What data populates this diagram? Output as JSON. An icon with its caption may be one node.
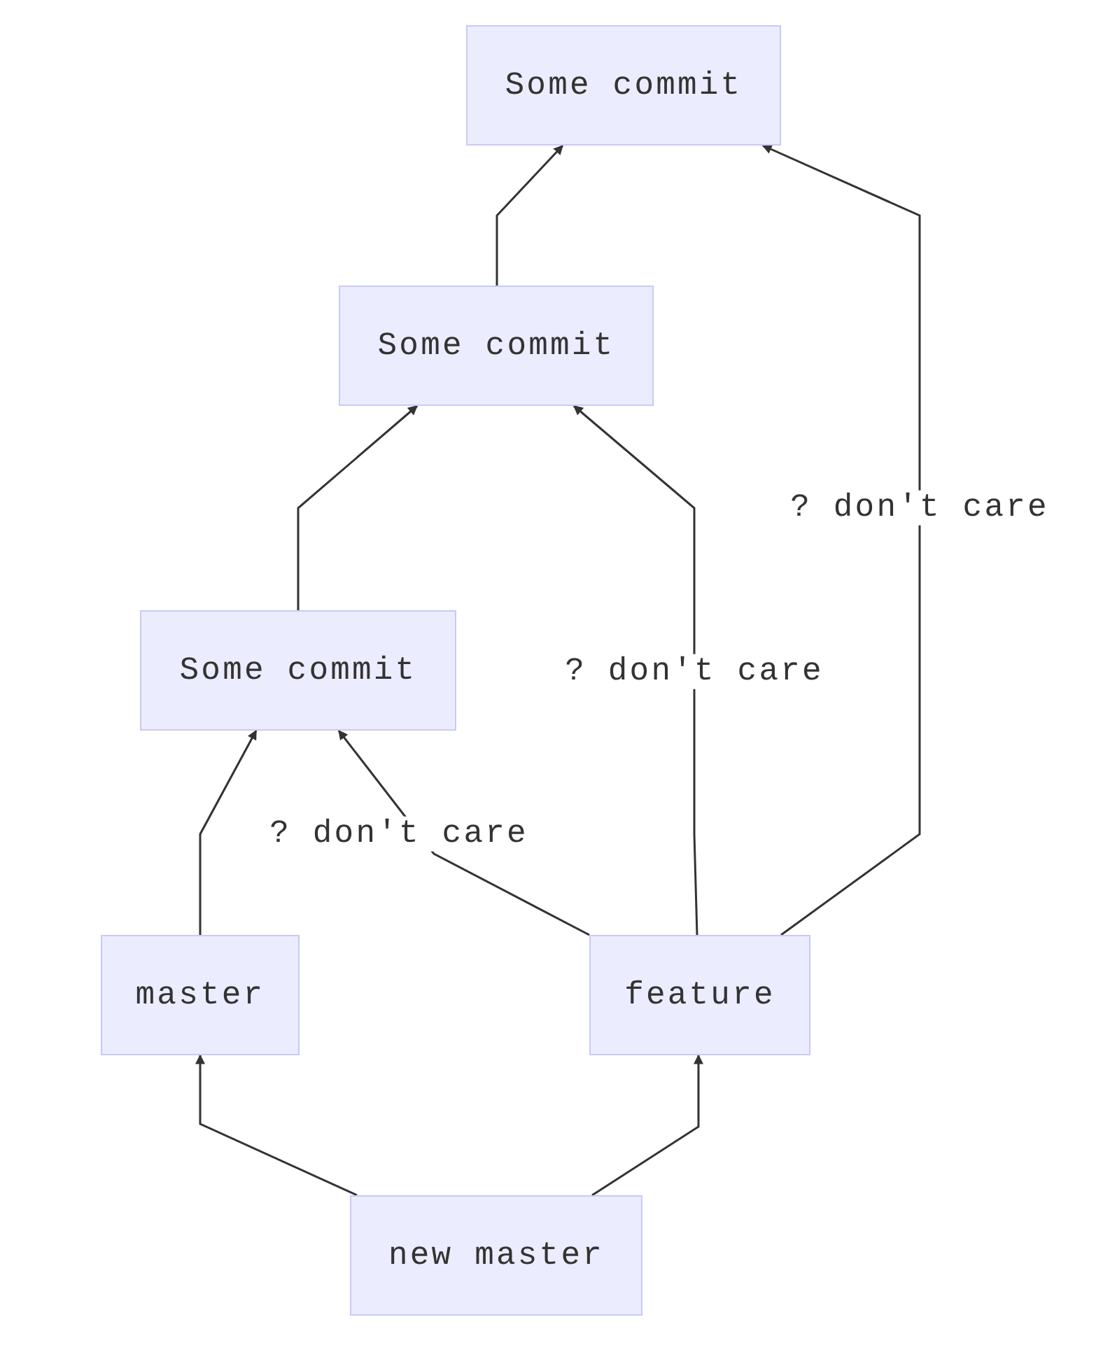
{
  "diagram": {
    "nodes": [
      {
        "text": [
          "Some commit"
        ]
      },
      {
        "text": [
          "Some commit"
        ]
      },
      {
        "text": [
          "Some commit"
        ]
      },
      {
        "text": [
          "master"
        ]
      },
      {
        "text": [
          "feature"
        ]
      },
      {
        "text": [
          "new master"
        ]
      }
    ],
    "edges": [
      {
        "from": 1,
        "to": 0,
        "arrow": "to"
      },
      {
        "from": 2,
        "to": 1,
        "arrow": "to"
      },
      {
        "from": 3,
        "to": 2,
        "arrow": "to"
      },
      {
        "from": 4,
        "to": 2,
        "arrow": "to",
        "label": "? don't care"
      },
      {
        "from": 4,
        "to": 1,
        "arrow": "to",
        "label": "? don't care"
      },
      {
        "from": 4,
        "to": 0,
        "arrow": "to",
        "label": "? don't care"
      },
      {
        "from": 5,
        "to": 3,
        "arrow": "to"
      },
      {
        "from": 5,
        "to": 4,
        "arrow": "to"
      }
    ]
  }
}
